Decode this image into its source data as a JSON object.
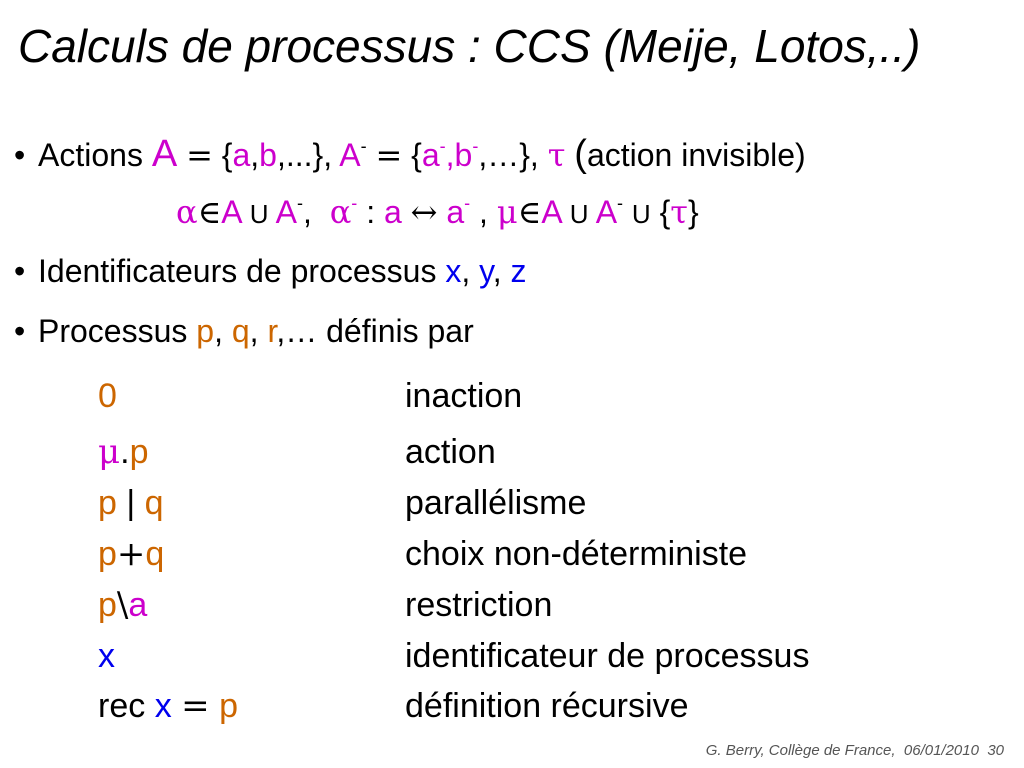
{
  "title": "Calculs de processus : CCS (Meije, Lotos,..)",
  "colors": {
    "action_names": "#cc00cc",
    "identifiers": "#0000ee",
    "processes": "#cc6600",
    "text": "#000000",
    "footer": "#555555"
  },
  "bullets": [
    {
      "bullet": "•",
      "label": "Actions",
      "actions_set": "A",
      "eq1": "=",
      "set1_open": "{",
      "a": "a",
      "comma1": ",",
      "b": "b",
      "set1_rest": ",...},",
      "co_set": "A",
      "co_bar": "-",
      "eq2": "=",
      "set2_open": "{",
      "co_a": "a",
      "co_a_bar": "-",
      "co_comma": ",",
      "co_b": "b",
      "co_b_bar": "-",
      "set2_rest": ",…},",
      "tau": "τ",
      "paren_open": "(",
      "tau_desc": "action invisible",
      "paren_close": ")"
    },
    {
      "bullet": "•",
      "label": "Identificateurs de processus",
      "x": "x",
      "sep1": ",",
      "y": "y",
      "sep2": ",",
      "z": "z"
    },
    {
      "bullet": "•",
      "label": "Processus",
      "p": "p",
      "sep1": ",",
      "q": "q",
      "sep2": ",",
      "r": "r",
      "rest": ",… définis par"
    }
  ],
  "action_line": {
    "alpha": "α",
    "in1": "∈",
    "A1": "A",
    "union1": "U",
    "Abar1": "A",
    "bar1": "-",
    "comma1": ",",
    "alpha2": "α",
    "alpha2_bar": "-",
    "colon": ":",
    "a": "a",
    "arrow": "↔",
    "a2": "a",
    "a2_bar": "-",
    "comma2": ",",
    "mu": "μ",
    "in2": "∈",
    "A2": "A",
    "union2": "U",
    "Abar2": "A",
    "bar2": "-",
    "union3": "U",
    "brace_open": "{",
    "tau": "τ",
    "brace_close": "}"
  },
  "grammar": [
    {
      "term": {
        "zero": "0"
      },
      "desc": "inaction"
    },
    {
      "term": {
        "mu": "μ",
        "dot": ".",
        "p": "p"
      },
      "desc": "action"
    },
    {
      "term": {
        "p": "p",
        "op": "|",
        "q": "q"
      },
      "desc": "parallélisme"
    },
    {
      "term": {
        "p": "p",
        "op": "+",
        "q": "q"
      },
      "desc": "choix non-déterministe"
    },
    {
      "term": {
        "p": "p",
        "op": "\\",
        "a": "a"
      },
      "desc": "restriction"
    },
    {
      "term": {
        "x": "x"
      },
      "desc": "identificateur de processus"
    },
    {
      "term": {
        "rec": "rec",
        "x": "x",
        "eq": "=",
        "p": "p"
      },
      "desc": "définition récursive"
    }
  ],
  "footer": {
    "author": "G. Berry, Collège de France,",
    "date": "06/01/2010",
    "page": "30"
  }
}
